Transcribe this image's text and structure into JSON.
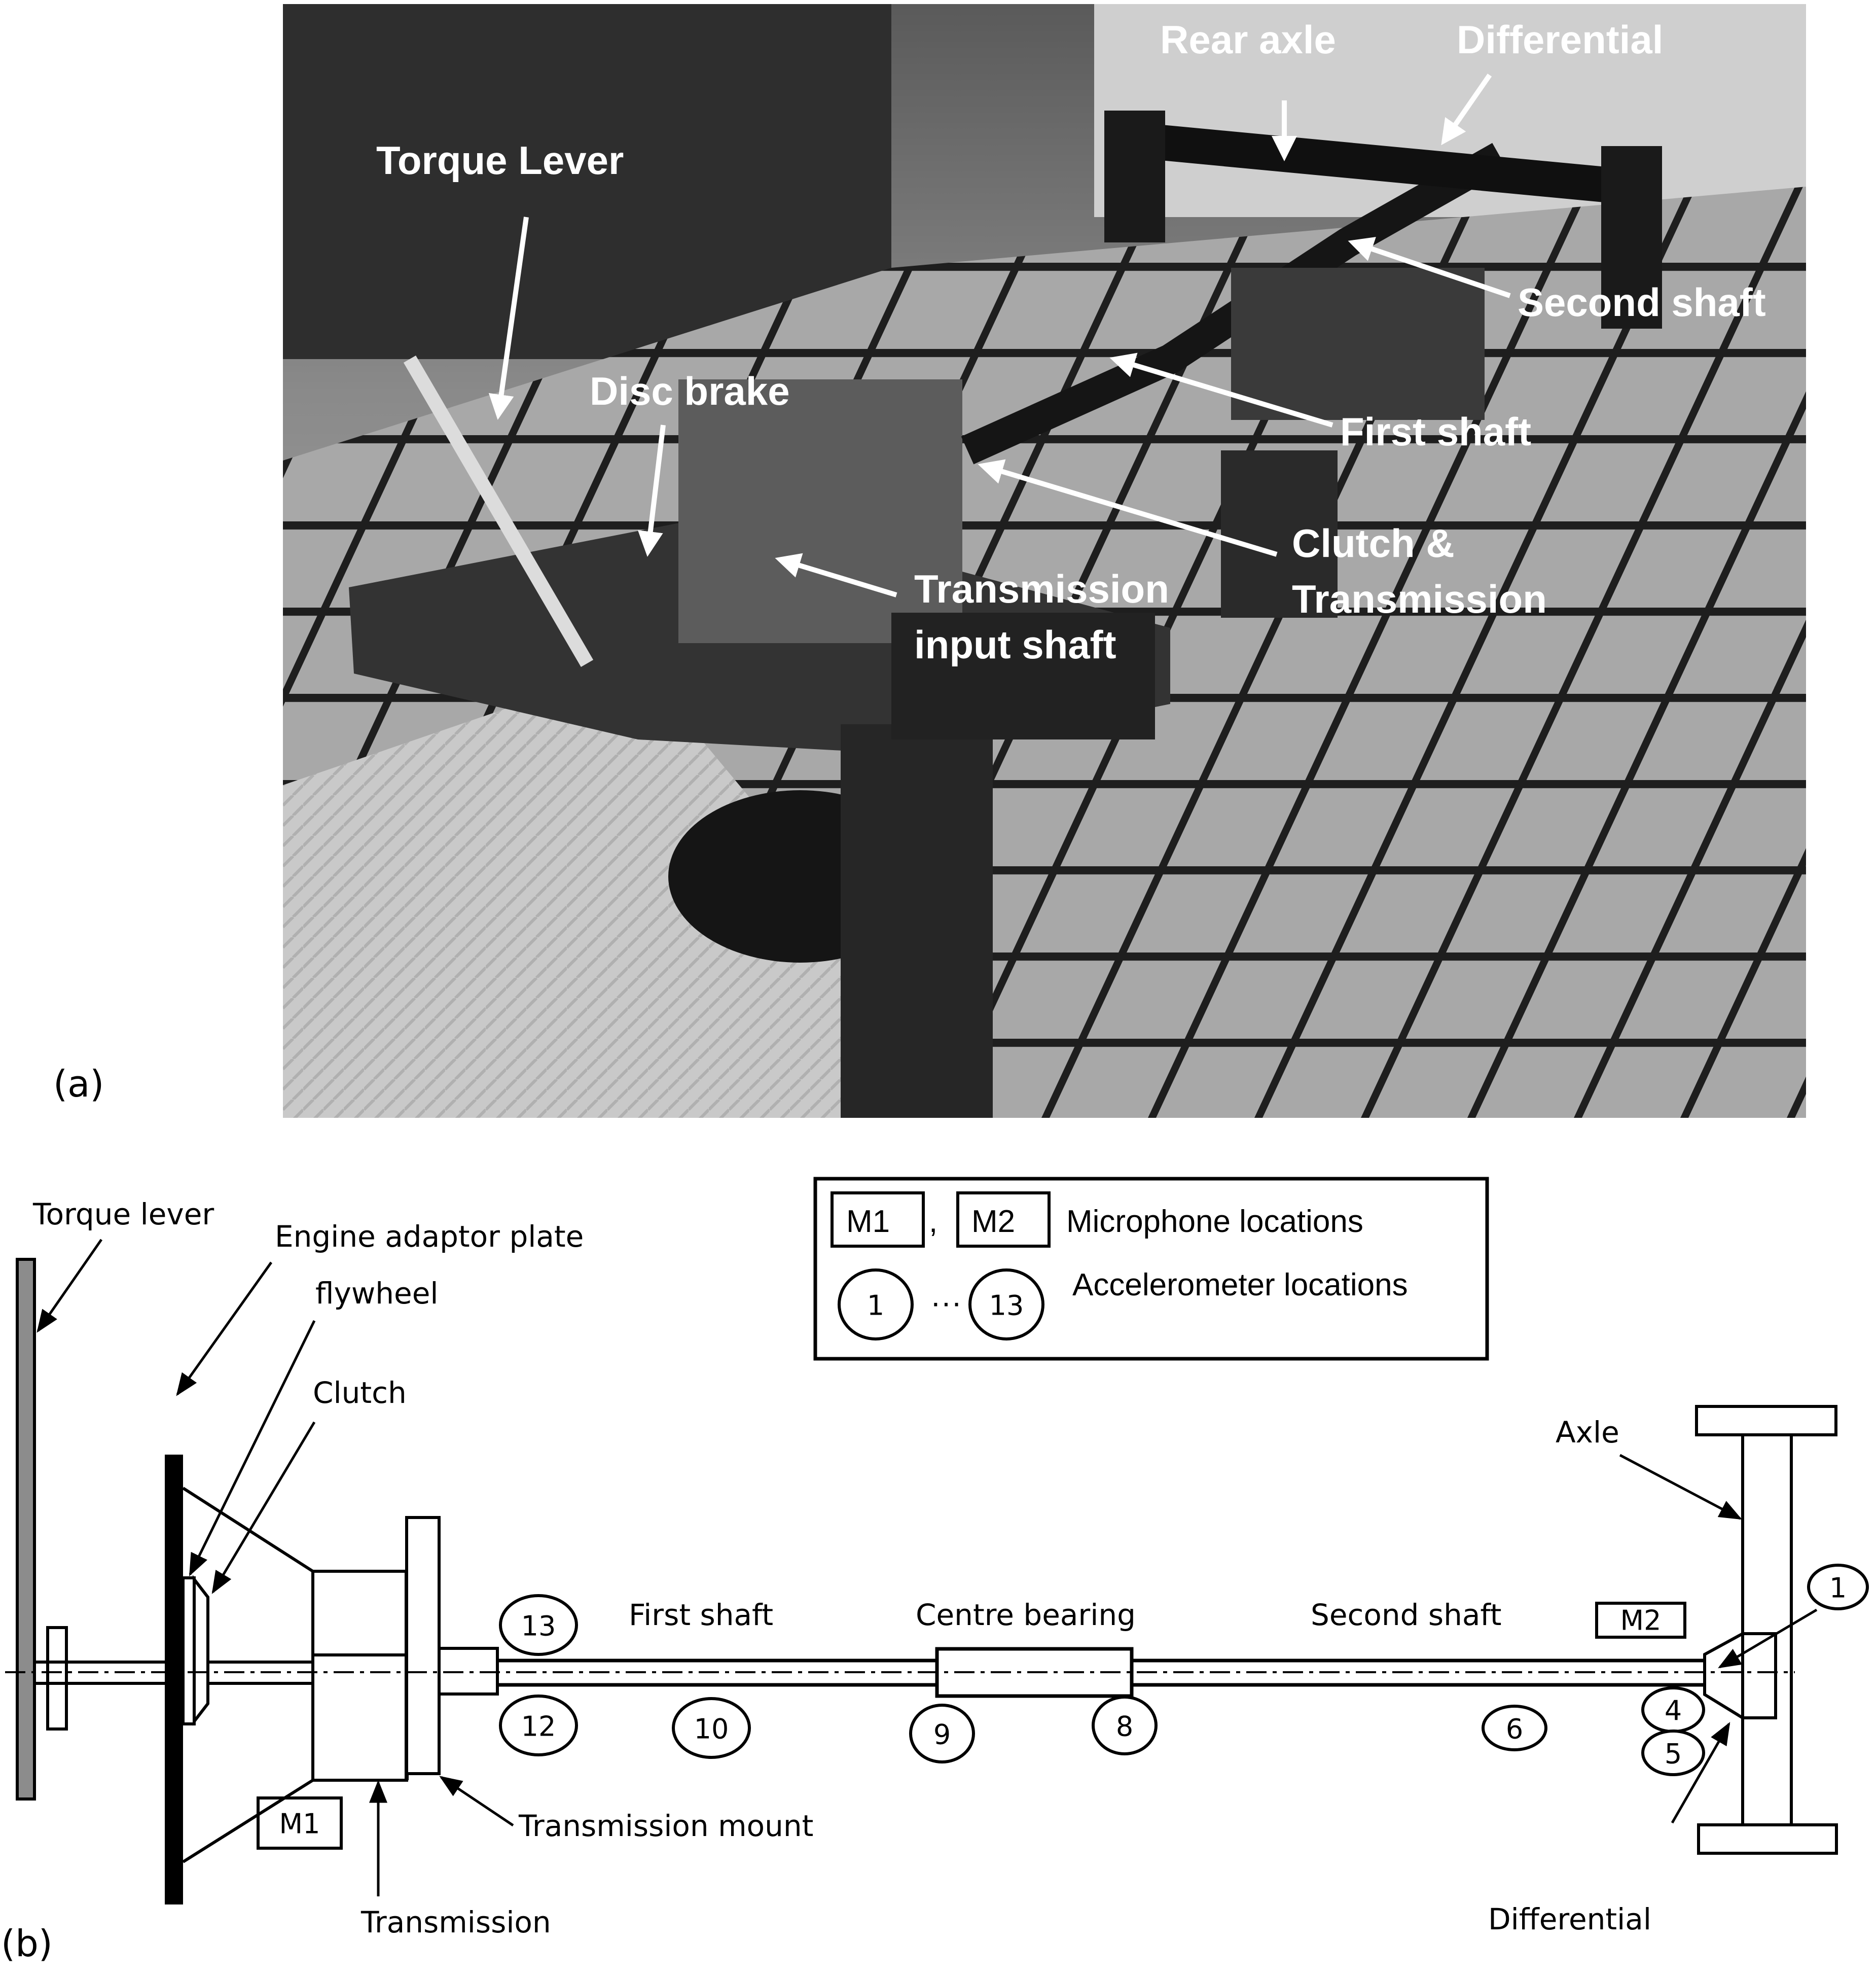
{
  "panels": {
    "a": {
      "label": "(a)",
      "photo_labels": {
        "torque_lever": "Torque Lever",
        "disc_brake": "Disc brake",
        "rear_axle": "Rear axle",
        "differential": "Differential",
        "second_shaft": "Second shaft",
        "first_shaft": "First shaft",
        "clutch_transmission_line1": "Clutch &",
        "clutch_transmission_line2": "Transmission",
        "input_shaft_line1": "Transmission",
        "input_shaft_line2": "input shaft"
      }
    },
    "b": {
      "label": "(b)",
      "component_labels": {
        "torque_lever": "Torque lever",
        "engine_adaptor_plate": "Engine adaptor plate",
        "flywheel": "flywheel",
        "clutch": "Clutch",
        "transmission": "Transmission",
        "transmission_mount": "Transmission mount",
        "first_shaft": "First shaft",
        "centre_bearing": "Centre bearing",
        "second_shaft": "Second shaft",
        "axle": "Axle",
        "differential": "Differential"
      },
      "legend": {
        "mic_first": "M1",
        "mic_sep": ",",
        "mic_second": "M2",
        "mic_description": "Microphone locations",
        "acc_first": "1",
        "acc_ellipsis": "···",
        "acc_last": "13",
        "acc_description": "Accelerometer locations"
      },
      "microphones": [
        "M1",
        "M2"
      ],
      "accelerometers": [
        "1",
        "4",
        "5",
        "6",
        "8",
        "9",
        "10",
        "12",
        "13"
      ]
    }
  }
}
